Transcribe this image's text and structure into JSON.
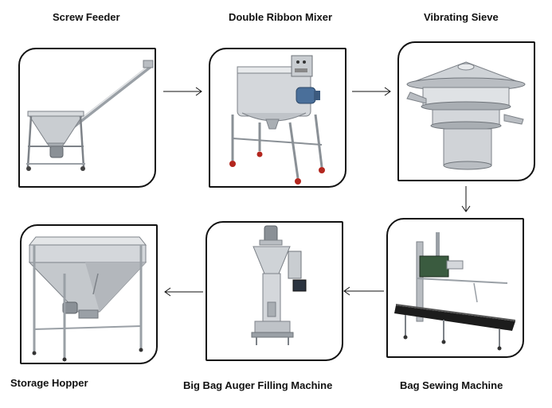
{
  "diagram": {
    "nodes": [
      {
        "id": "screw-feeder",
        "label": "Screw Feeder",
        "icon": "screw-feeder-machine-icon"
      },
      {
        "id": "double-ribbon-mixer",
        "label": "Double Ribbon Mixer",
        "icon": "ribbon-mixer-machine-icon"
      },
      {
        "id": "vibrating-sieve",
        "label": "Vibrating Sieve",
        "icon": "vibrating-sieve-machine-icon"
      },
      {
        "id": "bag-sewing-machine",
        "label": "Bag  Sewing Machine",
        "icon": "bag-sewing-machine-icon"
      },
      {
        "id": "auger-filling-machine",
        "label": "Big Bag Auger Filling Machine",
        "icon": "auger-filler-machine-icon"
      },
      {
        "id": "storage-hopper",
        "label": "Storage Hopper",
        "icon": "storage-hopper-machine-icon"
      }
    ],
    "edges": [
      {
        "from": "screw-feeder",
        "to": "double-ribbon-mixer"
      },
      {
        "from": "double-ribbon-mixer",
        "to": "vibrating-sieve"
      },
      {
        "from": "vibrating-sieve",
        "to": "bag-sewing-machine"
      },
      {
        "from": "bag-sewing-machine",
        "to": "auger-filling-machine"
      },
      {
        "from": "auger-filling-machine",
        "to": "storage-hopper"
      }
    ],
    "colors": {
      "steel_light": "#e4e6e8",
      "steel_mid": "#b9bdc2",
      "steel_dark": "#7d8288",
      "frame_border": "#111111",
      "motor_blue": "#4a6f9a",
      "belt_black": "#1c1c1c",
      "wheel_red": "#b3261e"
    }
  }
}
